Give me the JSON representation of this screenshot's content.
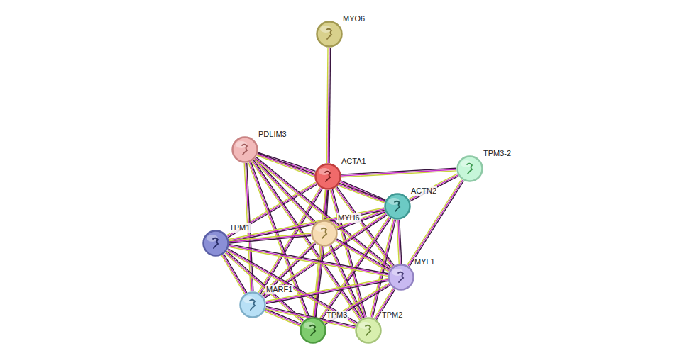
{
  "diagram": {
    "nodes": [
      {
        "text": [
          "MYO6"
        ]
      },
      {
        "text": [
          "PDLIM3"
        ]
      },
      {
        "text": [
          "ACTA1"
        ]
      },
      {
        "text": [
          "TPM3-2"
        ]
      },
      {
        "text": [
          "ACTN2"
        ]
      },
      {
        "text": [
          "MYH6"
        ]
      },
      {
        "text": [
          "TPM1"
        ]
      },
      {
        "text": [
          "MYL1"
        ]
      },
      {
        "text": [
          "MARF1"
        ]
      },
      {
        "text": [
          "TPM3"
        ]
      },
      {
        "text": [
          "TPM2"
        ]
      }
    ],
    "edges": [
      {
        "from": 0,
        "to": 2,
        "arrow": "none"
      },
      {
        "from": 1,
        "to": 2,
        "arrow": "none"
      },
      {
        "from": 2,
        "to": 3,
        "arrow": "none"
      },
      {
        "from": 2,
        "to": 4,
        "arrow": "none"
      },
      {
        "from": 2,
        "to": 5,
        "arrow": "none"
      },
      {
        "from": 2,
        "to": 6,
        "arrow": "none"
      },
      {
        "from": 2,
        "to": 7,
        "arrow": "none"
      },
      {
        "from": 2,
        "to": 8,
        "arrow": "none"
      },
      {
        "from": 2,
        "to": 9,
        "arrow": "none"
      },
      {
        "from": 2,
        "to": 10,
        "arrow": "none"
      },
      {
        "from": 1,
        "to": 4,
        "arrow": "none"
      },
      {
        "from": 1,
        "to": 5,
        "arrow": "none"
      },
      {
        "from": 1,
        "to": 8,
        "arrow": "none"
      },
      {
        "from": 1,
        "to": 9,
        "arrow": "none"
      },
      {
        "from": 1,
        "to": 10,
        "arrow": "none"
      },
      {
        "from": 1,
        "to": 7,
        "arrow": "none"
      },
      {
        "from": 3,
        "to": 4,
        "arrow": "none"
      },
      {
        "from": 3,
        "to": 7,
        "arrow": "none"
      },
      {
        "from": 4,
        "to": 5,
        "arrow": "none"
      },
      {
        "from": 4,
        "to": 6,
        "arrow": "none"
      },
      {
        "from": 4,
        "to": 7,
        "arrow": "none"
      },
      {
        "from": 4,
        "to": 8,
        "arrow": "none"
      },
      {
        "from": 4,
        "to": 9,
        "arrow": "none"
      },
      {
        "from": 4,
        "to": 10,
        "arrow": "none"
      },
      {
        "from": 5,
        "to": 6,
        "arrow": "none"
      },
      {
        "from": 5,
        "to": 7,
        "arrow": "none"
      },
      {
        "from": 5,
        "to": 8,
        "arrow": "none"
      },
      {
        "from": 5,
        "to": 9,
        "arrow": "none"
      },
      {
        "from": 5,
        "to": 10,
        "arrow": "none"
      },
      {
        "from": 6,
        "to": 8,
        "arrow": "none"
      },
      {
        "from": 6,
        "to": 9,
        "arrow": "none"
      },
      {
        "from": 6,
        "to": 7,
        "arrow": "none"
      },
      {
        "from": 6,
        "to": 10,
        "arrow": "none"
      },
      {
        "from": 7,
        "to": 8,
        "arrow": "none"
      },
      {
        "from": 7,
        "to": 9,
        "arrow": "none"
      },
      {
        "from": 7,
        "to": 10,
        "arrow": "none"
      },
      {
        "from": 8,
        "to": 9,
        "arrow": "none"
      },
      {
        "from": 8,
        "to": 10,
        "arrow": "none"
      }
    ]
  }
}
